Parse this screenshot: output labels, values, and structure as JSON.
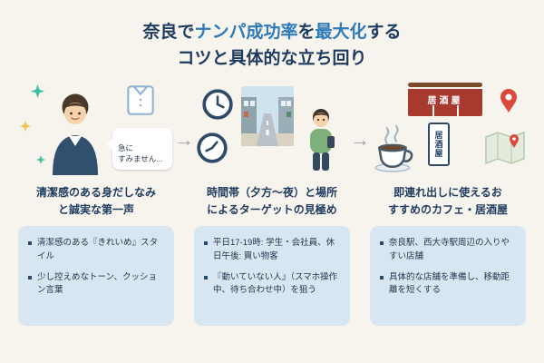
{
  "title": {
    "line1": [
      {
        "text": "奈良で",
        "highlight": false
      },
      {
        "text": "ナンパ成功率",
        "highlight": true
      },
      {
        "text": "を",
        "highlight": false
      },
      {
        "text": "最大化",
        "highlight": true
      },
      {
        "text": "する",
        "highlight": false
      }
    ],
    "line2": "コツと具体的な立ち回り"
  },
  "arrow_glyph": "→",
  "columns": [
    {
      "heading": "清潔感のある身だしなみ\nと誠実な第一声",
      "bullets": [
        "清潔感のある『きれいめ』スタイル",
        "少し控えめなトーン、クッション言葉"
      ],
      "illustration": {
        "icons": [
          "businessman",
          "dress-shirt",
          "sparkles",
          "speech-bubble"
        ],
        "speech_bubble": "急に\nすみません..."
      }
    },
    {
      "heading": "時間帯（夕方〜夜）と場所\nによるターゲットの見極め",
      "bullets": [
        "平日17-19時: 学生・会社員、休日午後: 買い物客",
        "『動いていない人』（スマホ操作中、待ち合わせ中）を狙う"
      ],
      "illustration": {
        "icons": [
          "clock",
          "clock",
          "shopping-street-photo",
          "person-with-phone"
        ]
      }
    },
    {
      "heading": "即連れ出しに使えるお\nすすめのカフェ・居酒屋",
      "bullets": [
        "奈良駅、西大寺駅周辺の入りやすい店舗",
        "具体的な店舗を準備し、移動距離を短くする"
      ],
      "illustration": {
        "icons": [
          "izakaya-curtain",
          "coffee-cup",
          "izakaya-signboard",
          "map",
          "location-pin"
        ],
        "noren_text": "居酒屋",
        "sign_text": "居酒屋"
      }
    }
  ],
  "colors": {
    "background": "#f7f4ee",
    "navy": "#1d3a5f",
    "accent_blue": "#2f7ab8",
    "card_bg": "#d8e6f2",
    "arrow_gray": "#9aa3ac",
    "noren_red": "#a8392f",
    "pin_red": "#d94a3d"
  }
}
